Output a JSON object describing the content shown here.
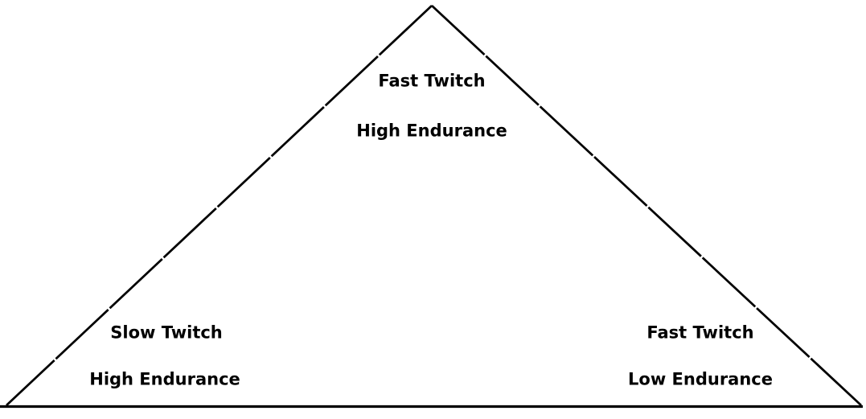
{
  "diagram": {
    "type": "triangle",
    "background_color": "#ffffff",
    "line_color": "#000000",
    "text_color": "#000000",
    "labels": {
      "top": {
        "line1": "Fast Twitch",
        "line2": "High Endurance"
      },
      "bottom_left": {
        "line1": "Slow Twitch",
        "line2": "High Endurance"
      },
      "bottom_right": {
        "line1": "Fast Twitch",
        "line2": "Low Endurance"
      }
    }
  }
}
